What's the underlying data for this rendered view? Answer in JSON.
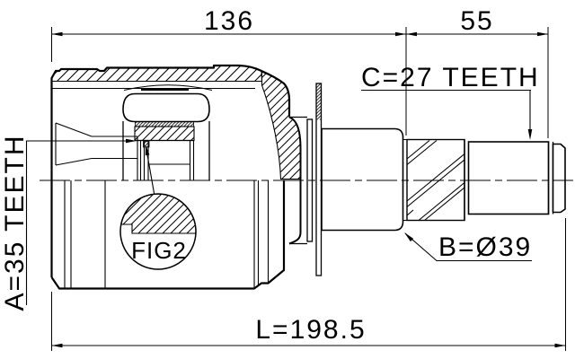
{
  "drawing": {
    "colors": {
      "line": "#000000",
      "background": "#ffffff"
    },
    "dimensions": {
      "housing_width": "136",
      "spline_section_length": "55",
      "overall_length": "L=198.5"
    },
    "labels": {
      "outer_spline": "C=27 TEETH",
      "shaft_diameter": "B=Ø39",
      "inner_spline": "A=35 TEETH",
      "detail_reference": "FIG2"
    }
  }
}
